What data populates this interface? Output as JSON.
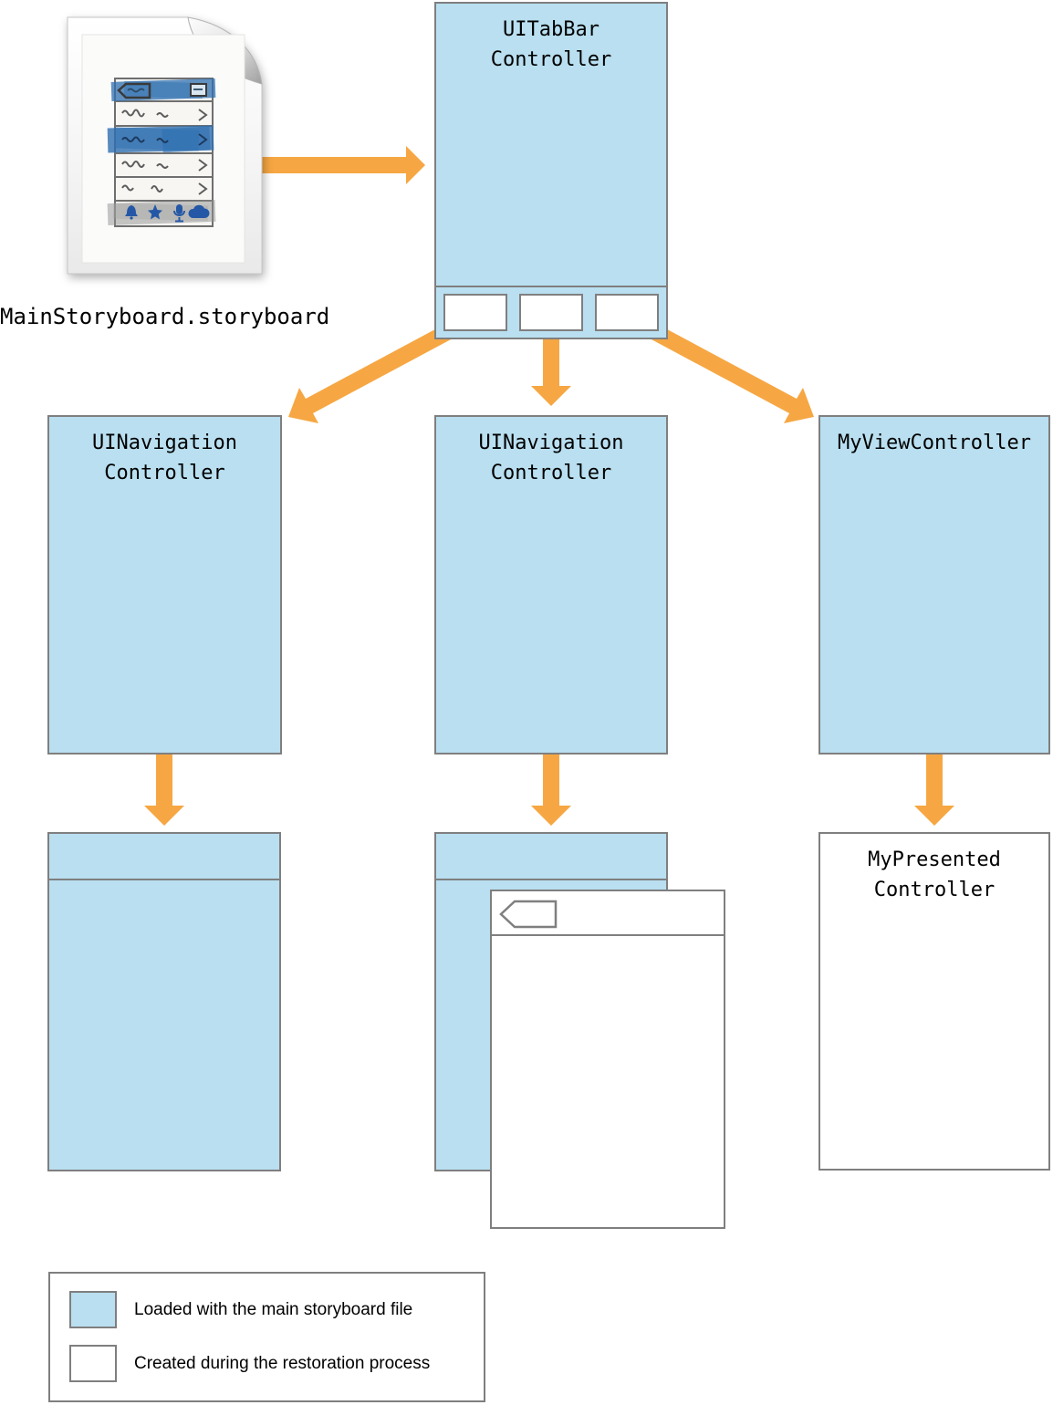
{
  "colors": {
    "storyboard_blue": "#B9DFF0",
    "restored_white": "#FFFFFF",
    "border_gray": "#7F7F7F",
    "arrow_orange": "#F6A743"
  },
  "file": {
    "label": "MainStoryboard.storyboard"
  },
  "nodes": {
    "tab_bar_controller": {
      "title": "UITabBar\nController"
    },
    "nav_controller_left": {
      "title": "UINavigation\nController"
    },
    "nav_controller_center": {
      "title": "UINavigation\nController"
    },
    "my_view_controller": {
      "title": "MyViewController"
    },
    "my_presented_controller": {
      "title": "MyPresented\nController"
    }
  },
  "legend": {
    "items": [
      {
        "key": "storyboard",
        "color": "#B9DFF0",
        "label": "Loaded with the main storyboard file"
      },
      {
        "key": "restored",
        "color": "#FFFFFF",
        "label": "Created during the restoration process"
      }
    ]
  },
  "icons": {
    "storyboard_file": "document-page-with-hand-drawn-ui-sketch-and-folded-corner",
    "back_button": "left-pointing-back-button-outline",
    "arrows": "orange-flow-arrows"
  }
}
